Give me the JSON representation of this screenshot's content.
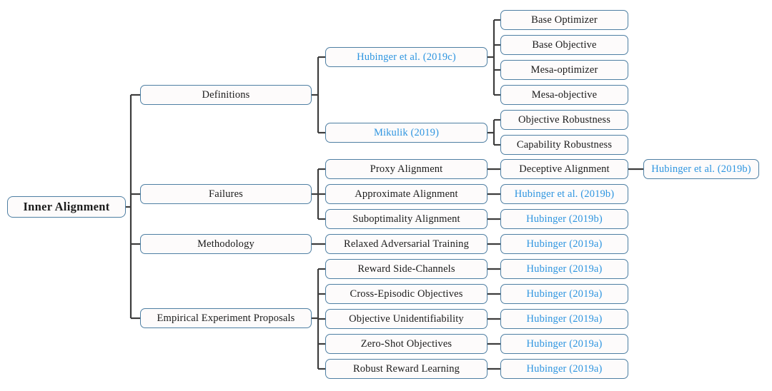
{
  "diagram": {
    "title": "Inner Alignment",
    "type": "tree",
    "colors": {
      "node_border": "#4e7fa3",
      "node_fill": "#fdfbfb",
      "edge": "#3d3d3d",
      "text": "#1b1b1b",
      "citation_text": "#2e95e0"
    },
    "root": {
      "label": "Inner Alignment"
    },
    "level2": [
      {
        "label": "Definitions"
      },
      {
        "label": "Failures"
      },
      {
        "label": "Methodology"
      },
      {
        "label": "Empirical Experiment Proposals"
      }
    ],
    "level3": [
      {
        "label": "Hubinger et al. (2019c)",
        "cite": true
      },
      {
        "label": "Mikulik (2019)",
        "cite": true
      },
      {
        "label": "Proxy Alignment",
        "cite": false
      },
      {
        "label": "Approximate Alignment",
        "cite": false
      },
      {
        "label": "Suboptimality Alignment",
        "cite": false
      },
      {
        "label": "Relaxed Adversarial Training",
        "cite": false
      },
      {
        "label": "Reward Side-Channels",
        "cite": false
      },
      {
        "label": "Cross-Episodic Objectives",
        "cite": false
      },
      {
        "label": "Objective Unidentifiability",
        "cite": false
      },
      {
        "label": "Zero-Shot Objectives",
        "cite": false
      },
      {
        "label": "Robust Reward Learning",
        "cite": false
      }
    ],
    "level4": [
      {
        "label": "Base Optimizer",
        "cite": false
      },
      {
        "label": "Base Objective",
        "cite": false
      },
      {
        "label": "Mesa-optimizer",
        "cite": false
      },
      {
        "label": "Mesa-objective",
        "cite": false
      },
      {
        "label": "Objective Robustness",
        "cite": false
      },
      {
        "label": "Capability Robustness",
        "cite": false
      },
      {
        "label": "Deceptive Alignment",
        "cite": false
      },
      {
        "label": "Hubinger et al. (2019b)",
        "cite": true
      },
      {
        "label": "Hubinger (2019b)",
        "cite": true
      },
      {
        "label": "Hubinger (2019a)",
        "cite": true
      },
      {
        "label": "Hubinger (2019a)",
        "cite": true
      },
      {
        "label": "Hubinger (2019a)",
        "cite": true
      },
      {
        "label": "Hubinger (2019a)",
        "cite": true
      },
      {
        "label": "Hubinger (2019a)",
        "cite": true
      }
    ],
    "level5": [
      {
        "label": "Hubinger et al. (2019b)",
        "cite": true
      }
    ]
  }
}
